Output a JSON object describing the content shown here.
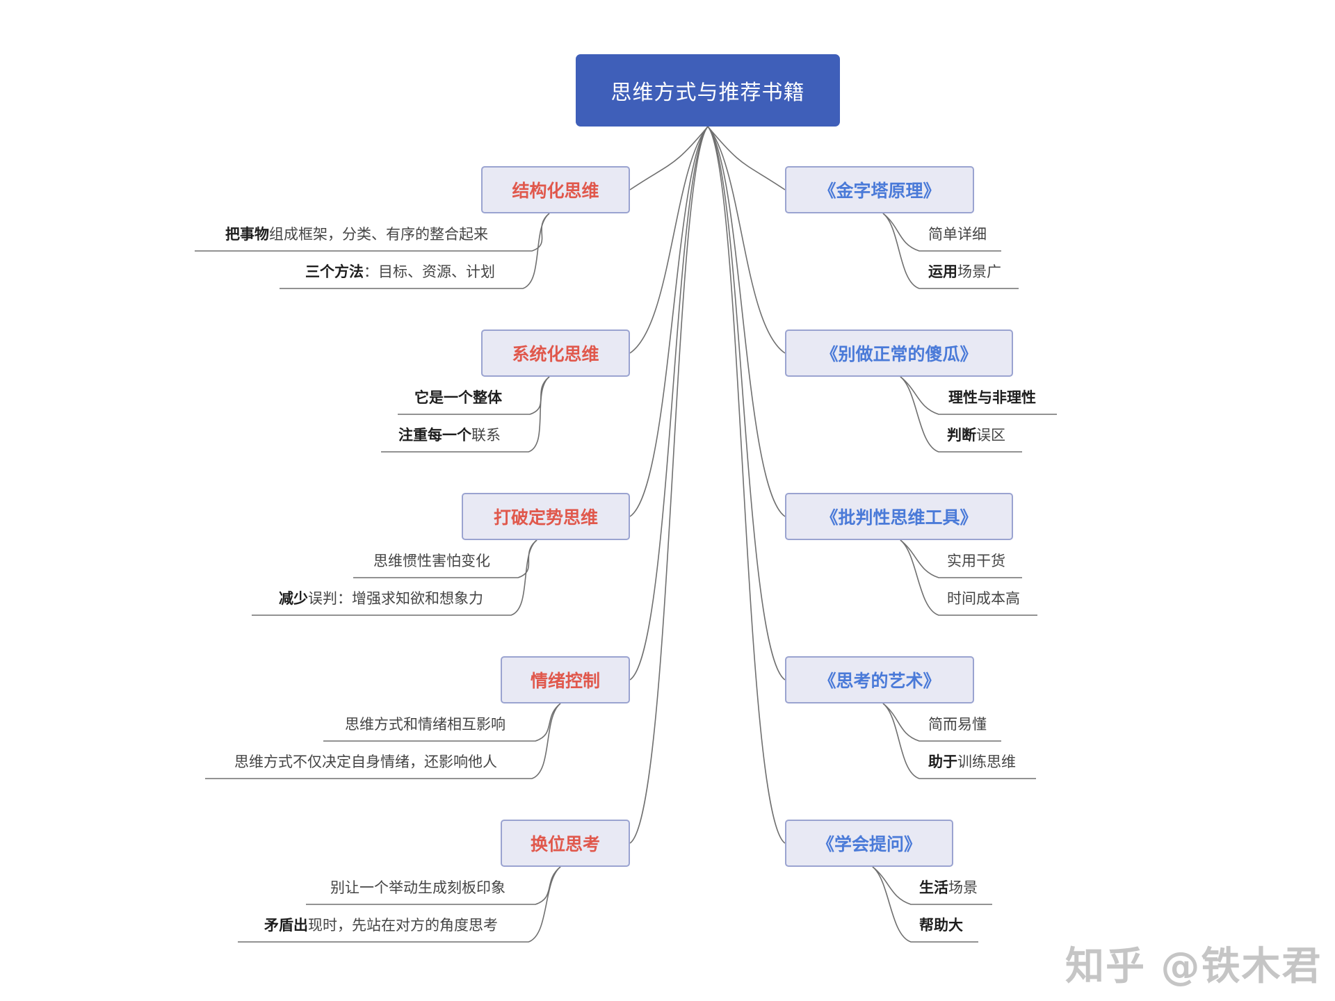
{
  "root": {
    "label": "思维方式与推荐书籍"
  },
  "left_topics": [
    {
      "label": "结构化思维",
      "children": [
        {
          "strong": "把事物",
          "normal": "组成框架，分类、有序的整合起来"
        },
        {
          "strong": "三个方法",
          "normal": "：目标、资源、计划"
        }
      ]
    },
    {
      "label": "系统化思维",
      "children": [
        {
          "strong": "它是一个整体",
          "normal": ""
        },
        {
          "strong": "注重每一个",
          "normal": "联系"
        }
      ]
    },
    {
      "label": "打破定势思维",
      "children": [
        {
          "strong": "",
          "normal": "思维惯性害怕变化"
        },
        {
          "strong": "减少",
          "normal": "误判：增强求知欲和想象力"
        }
      ]
    },
    {
      "label": "情绪控制",
      "children": [
        {
          "strong": "",
          "normal": "思维方式和情绪相互影响"
        },
        {
          "strong": "",
          "normal": "思维方式不仅决定自身情绪，还影响他人"
        }
      ]
    },
    {
      "label": "换位思考",
      "children": [
        {
          "strong": "",
          "normal": "别让一个举动生成刻板印象"
        },
        {
          "strong": "矛盾出",
          "normal": "现时，先站在对方的角度思考"
        }
      ]
    }
  ],
  "right_topics": [
    {
      "label": "《金字塔原理》",
      "children": [
        {
          "strong": "",
          "normal": "简单详细"
        },
        {
          "strong": "运用",
          "normal": "场景广"
        }
      ]
    },
    {
      "label": "《别做正常的傻瓜》",
      "children": [
        {
          "strong": "理性与非理性",
          "normal": ""
        },
        {
          "strong": "判断",
          "normal": "误区"
        }
      ]
    },
    {
      "label": "《批判性思维工具》",
      "children": [
        {
          "strong": "",
          "normal": "实用干货"
        },
        {
          "strong": "",
          "normal": "时间成本高"
        }
      ]
    },
    {
      "label": "《思考的艺术》",
      "children": [
        {
          "strong": "",
          "normal": "简而易懂"
        },
        {
          "strong": "助于",
          "normal": "训练思维"
        }
      ]
    },
    {
      "label": "《学会提问》",
      "children": [
        {
          "strong": "生活",
          "normal": "场景"
        },
        {
          "strong": "帮助大",
          "normal": ""
        }
      ]
    }
  ],
  "watermark": "知乎 @铁木君",
  "colors": {
    "root_fill": "#3f5fb9",
    "topic_fill": "#e8e9f4",
    "topic_border": "#9aa3d0",
    "left_topic_text": "#e0584c",
    "right_topic_text": "#4a7ad8",
    "line": "#6f6f6f"
  }
}
